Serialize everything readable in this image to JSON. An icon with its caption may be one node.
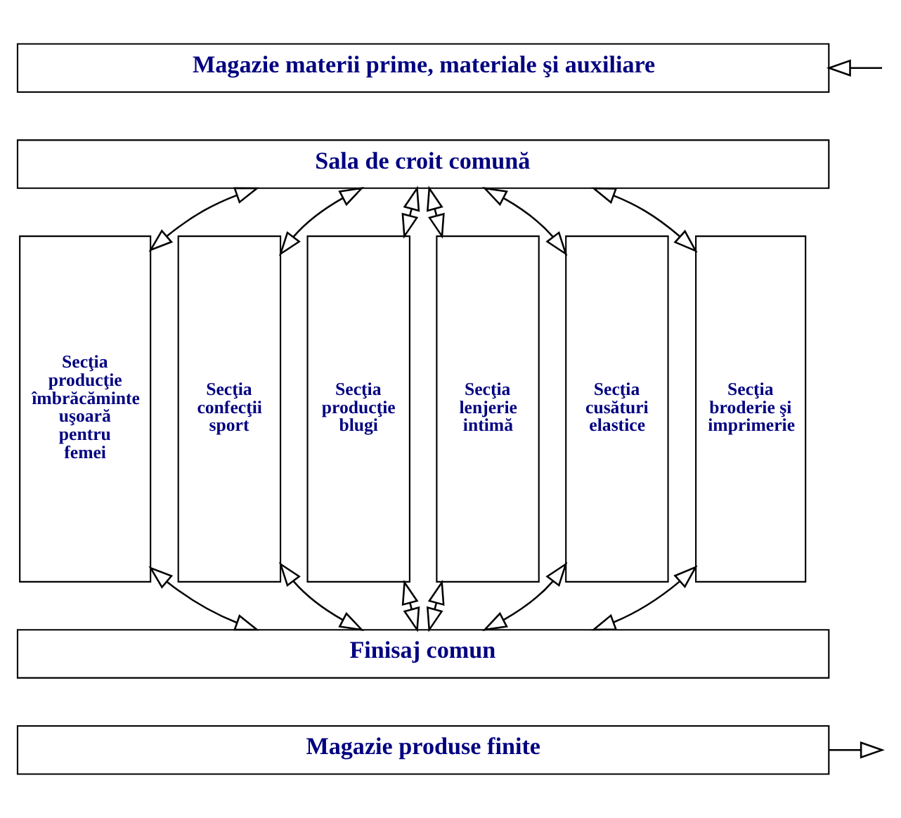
{
  "diagram": {
    "nodes": [
      {
        "text": [
          "Magazie materii prime, materiale şi auxiliare"
        ]
      },
      {
        "text": [
          "Sala de croit comună"
        ]
      },
      {
        "text": [
          "Secţia producţie îmbrăcăminte uşoară pentru femei"
        ]
      },
      {
        "text": [
          "Secţia confecţii sport"
        ]
      },
      {
        "text": [
          "Secţia producţie blugi"
        ]
      },
      {
        "text": [
          "Secţia lenjerie intimă"
        ]
      },
      {
        "text": [
          "Secţia cusături elastice"
        ]
      },
      {
        "text": [
          "Secţia broderie şi imprimerie"
        ]
      },
      {
        "text": [
          "Finisaj comun"
        ]
      },
      {
        "text": [
          "Magazie produse finite"
        ]
      }
    ],
    "edges": [
      {
        "from": null,
        "to": 0,
        "arrow": "to"
      },
      {
        "from": 1,
        "to": 2,
        "arrow": "both"
      },
      {
        "from": 1,
        "to": 3,
        "arrow": "both"
      },
      {
        "from": 1,
        "to": 4,
        "arrow": "both"
      },
      {
        "from": 1,
        "to": 5,
        "arrow": "both"
      },
      {
        "from": 1,
        "to": 6,
        "arrow": "both"
      },
      {
        "from": 1,
        "to": 7,
        "arrow": "both"
      },
      {
        "from": 2,
        "to": 8,
        "arrow": "both"
      },
      {
        "from": 3,
        "to": 8,
        "arrow": "both"
      },
      {
        "from": 4,
        "to": 8,
        "arrow": "both"
      },
      {
        "from": 5,
        "to": 8,
        "arrow": "both"
      },
      {
        "from": 6,
        "to": 8,
        "arrow": "both"
      },
      {
        "from": 7,
        "to": 8,
        "arrow": "both"
      },
      {
        "from": 9,
        "to": null,
        "arrow": "to"
      }
    ]
  }
}
